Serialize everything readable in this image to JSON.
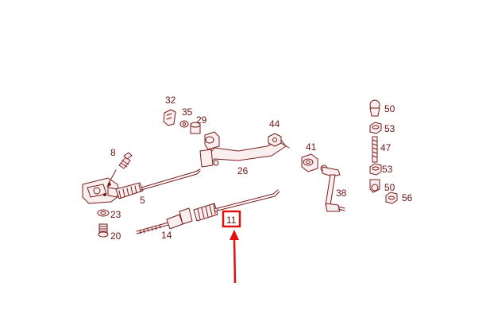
{
  "diagram": {
    "accent_color": "#e01010",
    "line_color": "#7a1c1c",
    "highlighted_label": "11",
    "labels": [
      "32",
      "35",
      "29",
      "44",
      "8",
      "41",
      "26",
      "5",
      "23",
      "20",
      "14",
      "11",
      "50",
      "53",
      "47",
      "53",
      "50",
      "56",
      "38"
    ]
  }
}
